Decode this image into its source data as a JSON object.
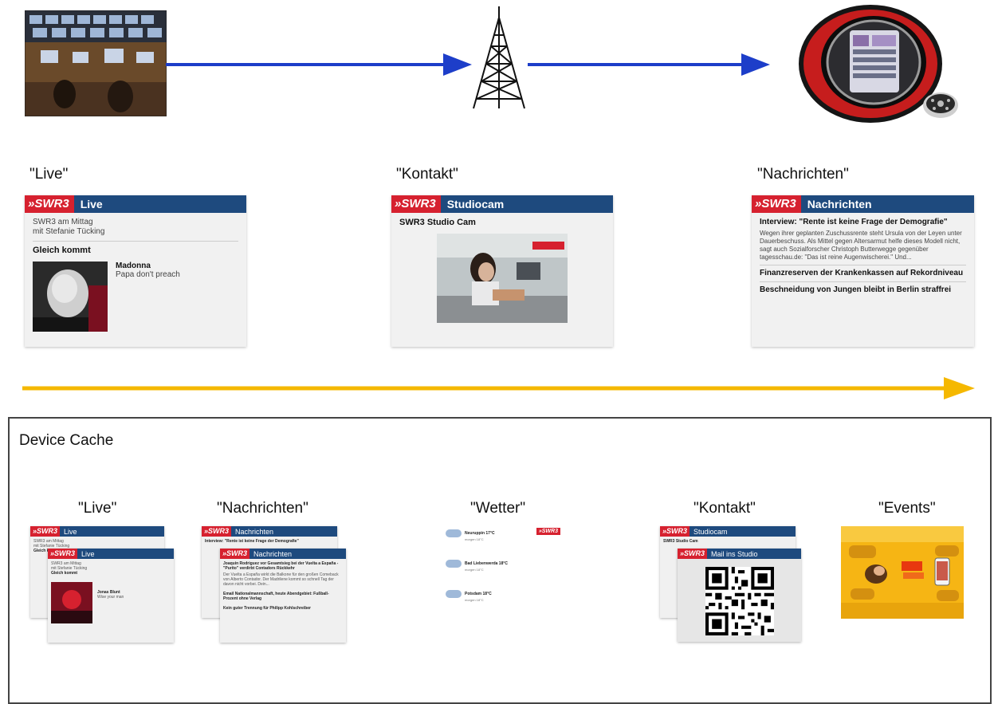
{
  "captions": {
    "live": "\"Live\"",
    "kontakt": "\"Kontakt\"",
    "nachrichten": "\"Nachrichten\""
  },
  "cards": {
    "live": {
      "logo": "»SWR3",
      "title": "Live",
      "show_line1": "SWR3 am Mittag",
      "show_line2": "mit Stefanie Tücking",
      "coming": "Gleich kommt",
      "artist": "Madonna",
      "song": "Papa don't preach"
    },
    "kontakt": {
      "logo": "»SWR3",
      "title": "Studiocam",
      "heading": "SWR3 Studio Cam"
    },
    "nachrichten": {
      "logo": "»SWR3",
      "title": "Nachrichten",
      "headline1": "Interview: \"Rente ist keine Frage der Demografie\"",
      "body1": "Wegen ihrer geplanten Zuschussrente steht Ursula von der Leyen unter Dauerbeschuss. Als Mittel gegen Altersarmut helfe dieses Modell nicht, sagt auch Sozialforscher Christoph Butterwegge gegenüber tagesschau.de: \"Das ist reine Augenwischerei.\" Und...",
      "headline2": "Finanzreserven der Krankenkassen auf Rekordniveau",
      "headline3": "Beschneidung von Jungen bleibt in Berlin straffrei"
    }
  },
  "cache": {
    "title": "Device Cache",
    "captions": {
      "live": "\"Live\"",
      "nachrichten": "\"Nachrichten\"",
      "wetter": "\"Wetter\"",
      "kontakt": "\"Kontakt\"",
      "events": "\"Events\""
    },
    "live_back": {
      "logo": "»SWR3",
      "title": "Live",
      "line1": "SWR3 am Mittag",
      "line2": "mit Stefanie Tücking",
      "line3": "Gleich kommt"
    },
    "live_front": {
      "logo": "»SWR3",
      "title": "Live",
      "line1": "SWR3 am Mittag",
      "line2": "mit Stefanie Tücking",
      "line3": "Gleich kommt",
      "artist": "Jonas Blunt",
      "song": "Wise your man"
    },
    "nach_back": {
      "logo": "»SWR3",
      "title": "Nachrichten",
      "line1": "Interview: \"Rente ist keine Frage der Demografie\""
    },
    "nach_front": {
      "logo": "»SWR3",
      "title": "Nachrichten",
      "h1": "Joaquin Rodriguez vor Gesamtsieg bei der Vuelta a España - \"Purito\" verdirbt Contadors Rückkehr",
      "b1": "Der Vuelta a España wirkt die Balkone für den großen Comeback von Alberto Contador. Der Madrilene kommt so schnell Tag der davon nicht vorbei. Dein...",
      "h2": "Email Nationalmannschaft, heute Abendgebiet: Fußball-Prozent ohne Verlag",
      "h3": "Kein guter Trennung für Philipp Kohlschreiber"
    },
    "wetter": {
      "logo": "»SWR3",
      "cities": [
        "Neuruppin 17°C",
        "Bad Liebenwerda 18°C",
        "Potsdam 18°C"
      ],
      "detail": "morgen 18°C"
    },
    "kontakt_back": {
      "logo": "»SWR3",
      "title": "Studiocam",
      "line1": "SWR3 Studio Cam"
    },
    "kontakt_front": {
      "logo": "»SWR3",
      "title": "Mail ins Studio"
    }
  },
  "colors": {
    "swr_red": "#d6212f",
    "swr_blue": "#1e4a7e",
    "arrow_blue": "#1d3ec9",
    "arrow_yellow": "#f5b800"
  }
}
